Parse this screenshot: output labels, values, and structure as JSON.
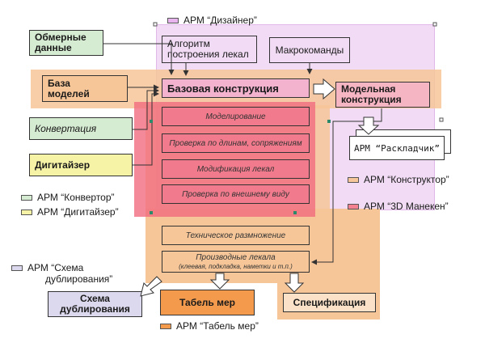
{
  "colors": {
    "designer": "#e8b4ee",
    "constructor": "#f7c79c",
    "manekin": "#f3818f",
    "convertor": "#d6ecd2",
    "digitizer": "#f6f3a6",
    "scheme": "#dcd8ee",
    "tabel": "#f39a4d"
  },
  "legend": {
    "designer": "АРМ “Дизайнер”",
    "constructor": "АРМ “Конструктор”",
    "manekin": "АРМ “3D Манекен”",
    "convertor": "АРМ “Конвертор”",
    "digitizer": "АРМ “Дигитайзер”",
    "scheme_line1": "АРМ “Схема",
    "scheme_line2": "дублирования”",
    "tabel": "АРМ “Табель мер”"
  },
  "boxes": {
    "measurements": "Обмерные данные",
    "model_base": "База моделей",
    "conversion": "Конвертация",
    "digitizer": "Дигитайзер",
    "algorithm": "Алгоритм построения лекал",
    "macros": "Макрокоманды",
    "base_construction": "Базовая конструкция",
    "model_construction": "Модельная конструкция",
    "raskladchik": "АРМ “Раскладчик”",
    "modeling": "Моделирование",
    "check_lengths": "Проверка по длинам, сопряжениям",
    "modification": "Модификация лекал",
    "check_appearance": "Проверка по внешнему виду",
    "tech_grading": "Техническое размножение",
    "derived_1": "Производные лекала",
    "derived_2": "(клеевая, подкладка, наметки и т.п.)",
    "scheme": "Схема дублирования",
    "tabel": "Табель мер",
    "specification": "Спецификация"
  }
}
